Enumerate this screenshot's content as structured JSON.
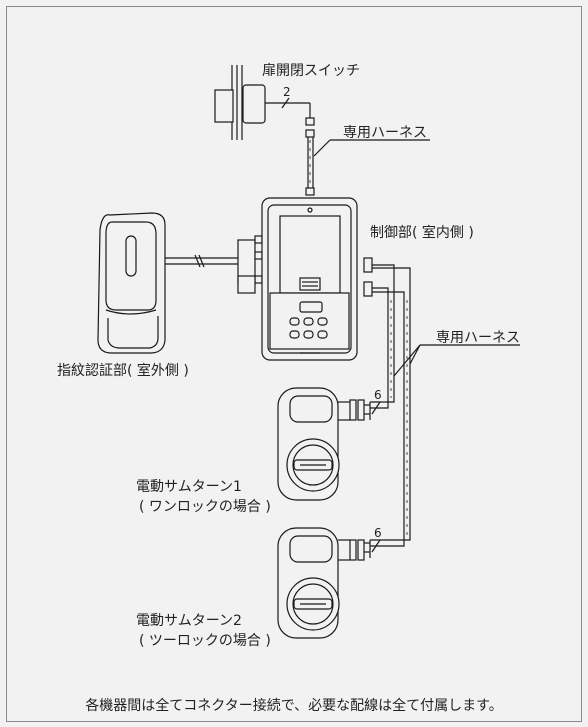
{
  "labels": {
    "door_switch": "扉開閉スイッチ",
    "harness_top": "専用ハーネス",
    "controller": "制御部( 室内側 )",
    "fingerprint": "指紋認証部( 室外側 )",
    "harness_right": "専用ハーネス",
    "thumb1_line1": "電動サムターン1",
    "thumb1_line2": "( ワンロックの場合 )",
    "thumb2_line1": "電動サムターン2",
    "thumb2_line2": "( ツーロックの場合 )"
  },
  "wire_counts": {
    "switch": "2",
    "thumb1": "6",
    "thumb2": "6"
  },
  "caption": "各機器間は全てコネクター接続で、必要な配線は全て付属します。"
}
